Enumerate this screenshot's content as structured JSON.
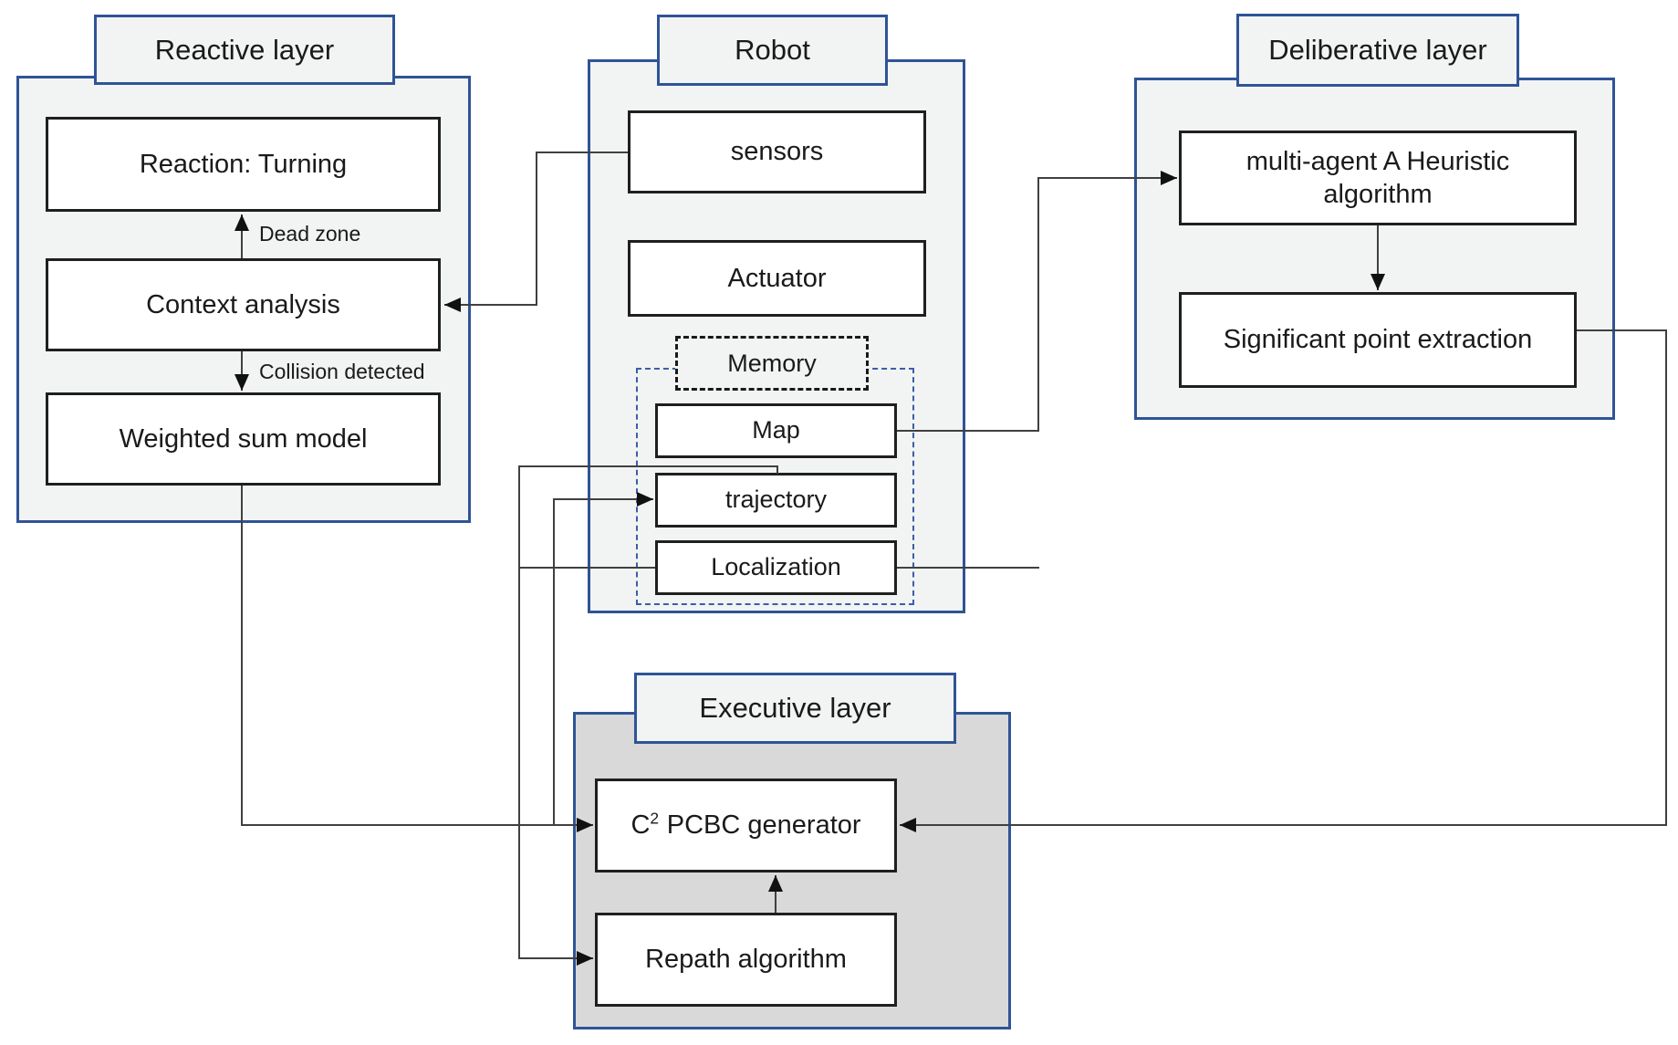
{
  "layers": {
    "reactive": {
      "title": "Reactive layer",
      "boxes": {
        "reaction": "Reaction: Turning",
        "context": "Context analysis",
        "weighted": "Weighted sum model"
      },
      "edge_labels": {
        "dead_zone": "Dead zone",
        "collision": "Collision detected"
      }
    },
    "robot": {
      "title": "Robot",
      "boxes": {
        "sensors": "sensors",
        "actuator": "Actuator",
        "memory": "Memory",
        "map": "Map",
        "trajectory": "trajectory",
        "localization": "Localization"
      }
    },
    "deliberative": {
      "title": "Deliberative layer",
      "boxes": {
        "heuristic": "multi-agent A Heuristic algorithm",
        "significant": "Significant point extraction"
      }
    },
    "executive": {
      "title": "Executive layer",
      "boxes": {
        "generator_base": "C",
        "generator_sup": "2",
        "generator_rest": "PCBC generator",
        "repath": "Repath algorithm"
      }
    }
  },
  "connections": [
    {
      "from": "sensors",
      "to": "Context analysis"
    },
    {
      "from": "Context analysis",
      "to": "Reaction: Turning",
      "label": "Dead zone"
    },
    {
      "from": "Context analysis",
      "to": "Weighted sum model",
      "label": "Collision detected"
    },
    {
      "from": "Weighted sum model",
      "to": "C2 PCBC generator"
    },
    {
      "from": "Weighted sum model",
      "to": "trajectory"
    },
    {
      "from": "Map",
      "to": "multi-agent A Heuristic algorithm"
    },
    {
      "from": "Localization",
      "to": "multi-agent A Heuristic algorithm"
    },
    {
      "from": "multi-agent A Heuristic algorithm",
      "to": "Significant point extraction"
    },
    {
      "from": "Significant point extraction",
      "to": "C2 PCBC generator"
    },
    {
      "from": "trajectory",
      "to": "Repath algorithm"
    },
    {
      "from": "Localization",
      "to": "Repath algorithm"
    },
    {
      "from": "Repath algorithm",
      "to": "C2 PCBC generator"
    }
  ],
  "colors": {
    "accent_blue": "#2F5496",
    "container_fill": "#F2F3F3",
    "executive_fill": "#D9D9D9",
    "memory_group_dash": "#3A5FA8",
    "box_border": "#1F1F1F",
    "wire": "#404040"
  }
}
